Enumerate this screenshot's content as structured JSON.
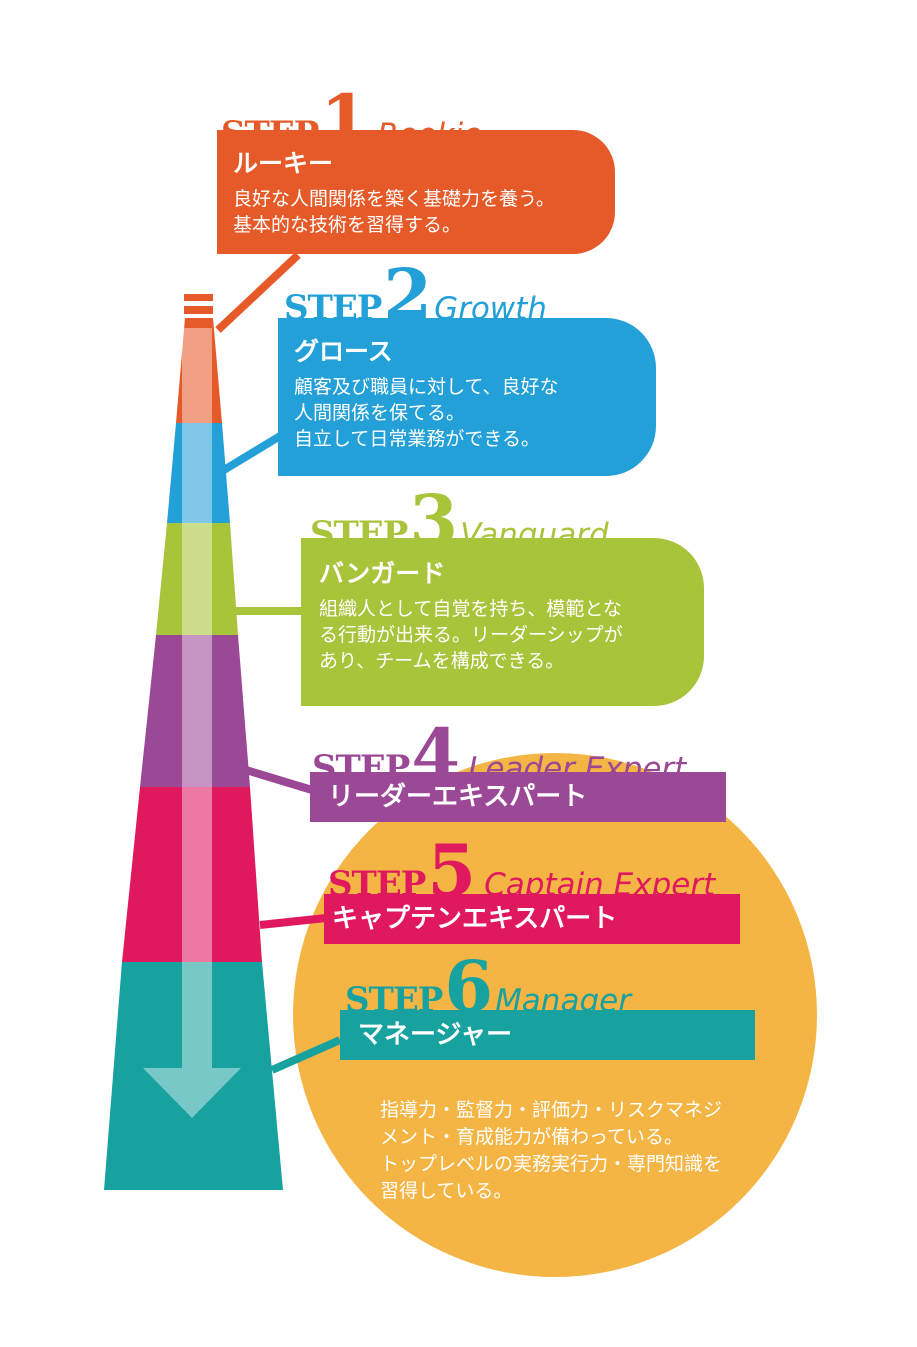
{
  "colors": {
    "step1": "#e55a28",
    "step2": "#23a0d8",
    "step3": "#a8c43a",
    "step4": "#9b4896",
    "step5": "#e0195f",
    "step6": "#17a19f",
    "circle": "#f5b545"
  },
  "steps": [
    {
      "word": "STEP",
      "num": "1",
      "en": "Rookie",
      "jp": "ルーキー",
      "desc": "良好な人間関係を築く基礎力を養う。\n基本的な技術を習得する。"
    },
    {
      "word": "STEP",
      "num": "2",
      "en": "Growth",
      "jp": "グロース",
      "desc": "顧客及び職員に対して、良好な\n人間関係を保てる。\n自立して日常業務ができる。"
    },
    {
      "word": "STEP",
      "num": "3",
      "en": "Vanguard",
      "jp": "バンガード",
      "desc": "組織人として自覚を持ち、模範とな\nる行動が出来る。リーダーシップが\nあり、チームを構成できる。"
    },
    {
      "word": "STEP",
      "num": "4",
      "en": "Leader Expert",
      "jp": "リーダーエキスパート"
    },
    {
      "word": "STEP",
      "num": "5",
      "en": "Captain Expert",
      "jp": "キャプテンエキスパート"
    },
    {
      "word": "STEP",
      "num": "6",
      "en": "Manager",
      "jp": "マネージャー"
    }
  ],
  "circle_desc": "指導力・監督力・評価力・リスクマネジ\nメント・育成能力が備わっている。\nトップレベルの実務実行力・専門知識を\n習得している。"
}
